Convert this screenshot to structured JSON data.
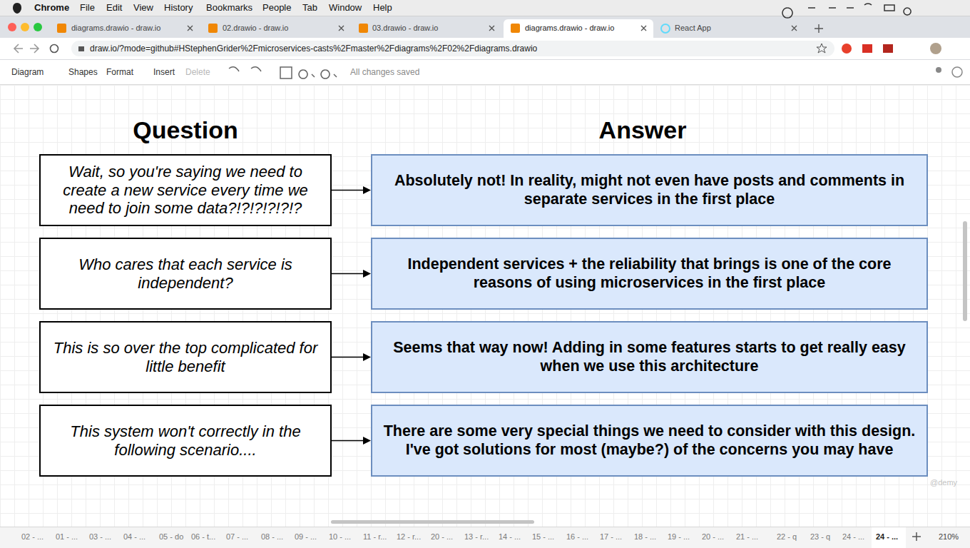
{
  "diagram": {
    "nodes": [
      {
        "text": [
          "Wait, so you're saying we need to create a new service every time we need to join some data?!?!?!?!?!?"
        ]
      },
      {
        "text": [
          "Absolutely not!  In reality, might not even have posts and comments in separate services in the first place"
        ]
      },
      {
        "text": [
          "Who cares that each service is independent?"
        ]
      },
      {
        "text": [
          "Independent services + the reliability that brings is one of the core reasons of using microservices in the first place"
        ]
      },
      {
        "text": [
          "This is so over the top complicated for little benefit"
        ]
      },
      {
        "text": [
          "Seems that way now!  Adding in some features starts to get really easy when we use this architecture"
        ]
      },
      {
        "text": [
          "This system won't correctly in the following scenario...."
        ]
      },
      {
        "text": [
          "There are some very special things we need to consider with this design.  I've got solutions for most (maybe?) of the concerns you may have"
        ]
      }
    ],
    "edges": [
      {
        "from": 0,
        "to": 1,
        "arrow": "to"
      },
      {
        "from": 2,
        "to": 3,
        "arrow": "to"
      },
      {
        "from": 4,
        "to": 5,
        "arrow": "to"
      },
      {
        "from": 6,
        "to": 7,
        "arrow": "to"
      }
    ],
    "labels": [
      "Chrome",
      "File",
      "Edit",
      "View",
      "History",
      "Bookmarks",
      "People",
      "Tab",
      "Window",
      "Help",
      "diagrams.drawio - draw.io",
      "02.drawio - draw.io",
      "03.drawio - draw.io",
      "diagrams.drawio - draw.io",
      "React App",
      "draw.io/?mode=github#HStephenGrider%2Fmicroservices-casts%2Fmaster%2Fdiagrams%2F02%2Fdiagrams.drawio",
      "Diagram",
      "Shapes",
      "Format",
      "Insert",
      "Delete",
      "All changes saved",
      "Question",
      "Answer",
      "02 - ...",
      "01 - ...",
      "03 - ...",
      "04 - ...",
      "05 - do",
      "06 - t...",
      "07 - ...",
      "08 - ...",
      "09 - ...",
      "10 - ...",
      "11 - r...",
      "12 - r...",
      "20 - ...",
      "13 - r...",
      "14 - ...",
      "15 - ...",
      "16 - ...",
      "17 - ...",
      "18 - ...",
      "19 - ...",
      "20 - ...",
      "21 - ...",
      "22 - q",
      "23 - q",
      "24 - ...",
      "24 - ...",
      "210%",
      "@demy"
    ]
  }
}
